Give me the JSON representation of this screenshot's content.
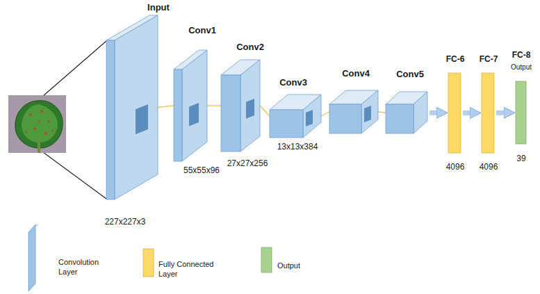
{
  "diagram": {
    "nodes": [
      {
        "text": [
          "Input",
          "227x227x3"
        ]
      },
      {
        "text": [
          "Conv1",
          "55x55x96"
        ]
      },
      {
        "text": [
          "Conv2",
          "27x27x256"
        ]
      },
      {
        "text": [
          "Conv3",
          "13x13x384"
        ]
      },
      {
        "text": [
          "Conv4"
        ]
      },
      {
        "text": [
          "Conv5"
        ]
      },
      {
        "text": [
          "FC-6",
          "4096"
        ]
      },
      {
        "text": [
          "FC-7",
          "4096"
        ]
      },
      {
        "text": [
          "FC-8",
          "Output",
          "39"
        ]
      }
    ],
    "edges": [
      {
        "from": 0,
        "to": 1,
        "arrow": "none"
      },
      {
        "from": 1,
        "to": 2,
        "arrow": "none"
      },
      {
        "from": 2,
        "to": 3,
        "arrow": "none"
      },
      {
        "from": 3,
        "to": 4,
        "arrow": "none"
      },
      {
        "from": 4,
        "to": 5,
        "arrow": "none"
      },
      {
        "from": 5,
        "to": 6,
        "arrow": "to"
      },
      {
        "from": 6,
        "to": 7,
        "arrow": "to"
      },
      {
        "from": 7,
        "to": 8,
        "arrow": "to"
      }
    ],
    "legend": [
      {
        "text": "Convolution Layer",
        "color": "#9dc3e6"
      },
      {
        "text": "Fully Connected Layer",
        "color": "#ffd966"
      },
      {
        "text": "Output",
        "color": "#a9d18e"
      }
    ]
  }
}
